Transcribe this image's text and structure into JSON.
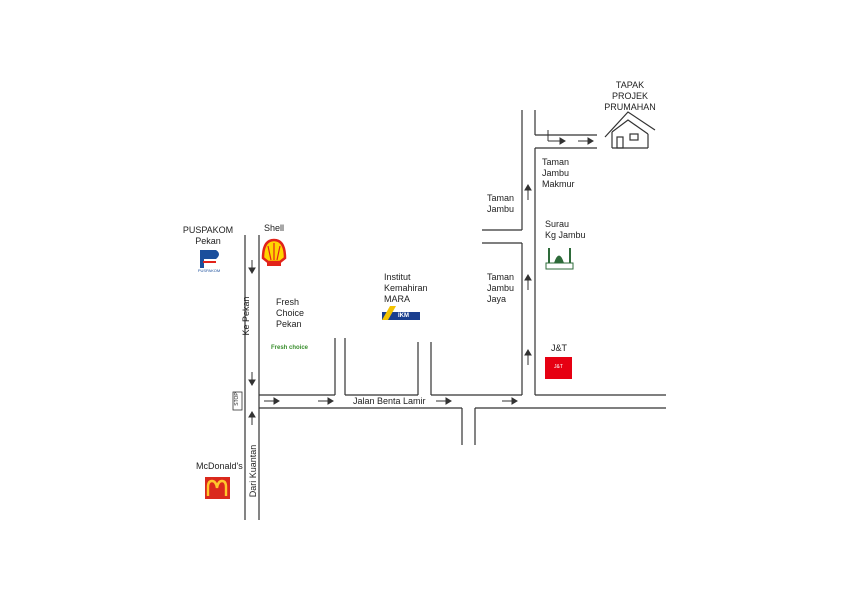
{
  "labels": {
    "tapak": "TAPAK\nPROJEK\nPRUMAHAN",
    "taman_jambu_makmur": "Taman\nJambu\nMakmur",
    "taman_jambu": "Taman\nJambu",
    "surau": "Surau\nKg Jambu",
    "taman_jambu_jaya": "Taman\nJambu\nJaya",
    "jnt": "J&T",
    "jnt_logo": "J&T",
    "institut": "Institut\nKemahiran\nMARA",
    "ikm_logo": "IKM",
    "fresh_choice": "Fresh\nChoice\nPekan",
    "fresh_logo": "Fresh choice",
    "shell": "Shell",
    "puspakom": "PUSPAKOM\nPekan",
    "puspakom_logo": "PUSPAKOM",
    "ke_pekan": "Ke Pekan",
    "dari_kuantan": "Dari Kuantan",
    "jalan_benta_lamir": "Jalan Benta Lamir",
    "mcdonalds": "McDonald's",
    "mcd_logo": "M",
    "stop": "STOP"
  },
  "colors": {
    "road": "#333333",
    "shell_red": "#e2231a",
    "shell_yellow": "#ffd400",
    "jnt_red": "#e60012",
    "mcd_red": "#da291c",
    "mcd_yellow": "#ffc72c",
    "puspakom_blue": "#1b4f9c",
    "mosque_green": "#2e6b3a",
    "fresh_green": "#3a8f2e"
  }
}
